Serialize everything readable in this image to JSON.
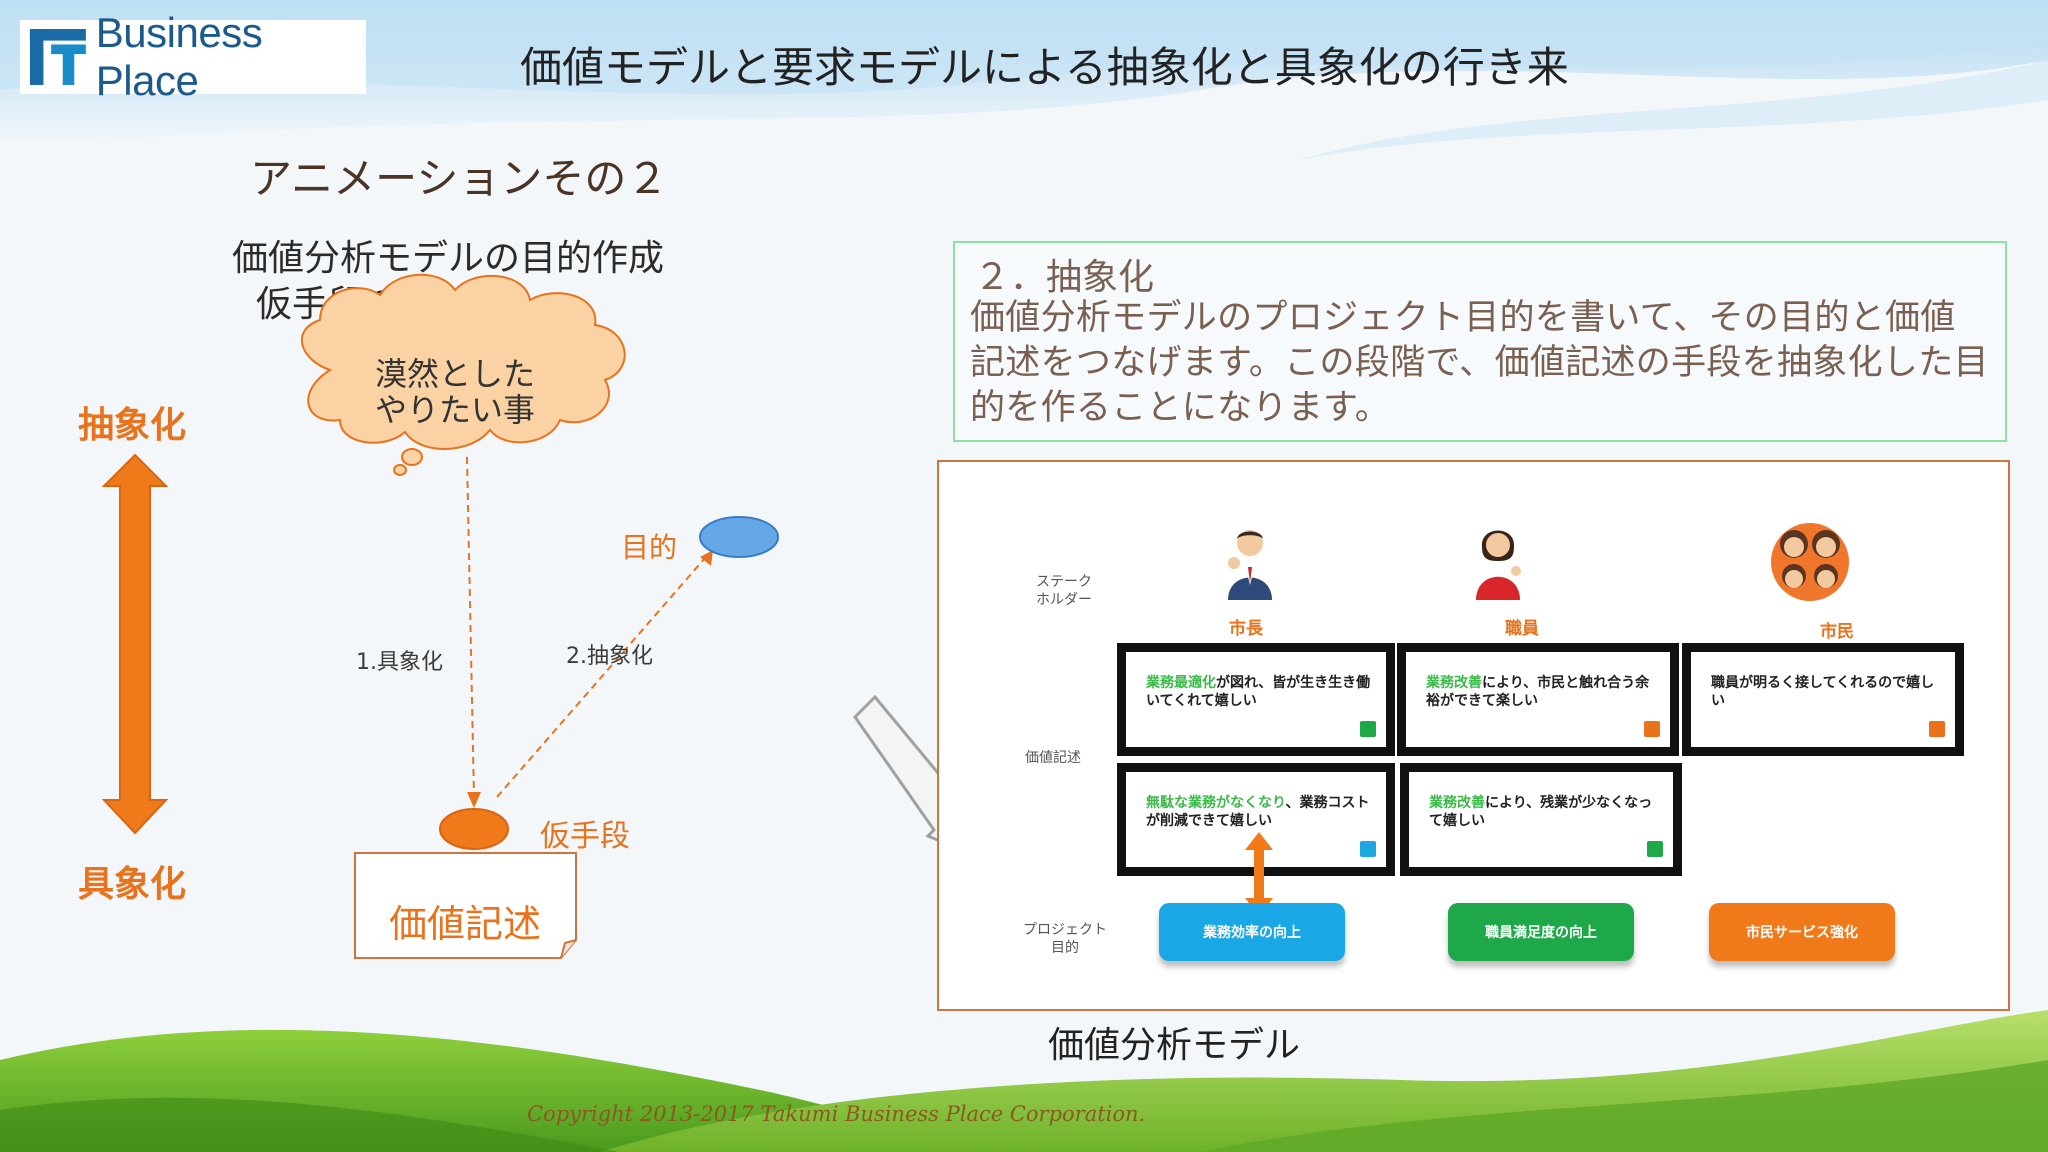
{
  "header": {
    "logo_text": "Business Place",
    "title": "価値モデルと要求モデルによる抽象化と具象化の行き来"
  },
  "subtitle": "アニメーションその２",
  "left": {
    "title_line1": "価値分析モデルの目的作成",
    "title_line2": "仮手段の抽象化",
    "axis_top": "抽象化",
    "axis_bottom": "具象化",
    "cloud_line1": "漠然とした",
    "cloud_line2": "やりたい事",
    "purpose_label": "目的",
    "step1_label": "1.具象化",
    "step2_label": "2.抽象化",
    "provisional_means": "仮手段",
    "value_statement": "価値記述"
  },
  "description": {
    "heading": "２．抽象化",
    "body": "価値分析モデルのプロジェクト目的を書いて、その目的と価値記述をつなげます。この段階で、価値記述の手段を抽象化した目的を作ることになります。"
  },
  "model": {
    "caption": "価値分析モデル",
    "row_stakeholder_1": "ステーク",
    "row_stakeholder_2": "ホルダー",
    "row_value": "価値記述",
    "row_project_1": "プロジェクト",
    "row_project_2": "目的",
    "stakeholders": [
      {
        "name": "市長"
      },
      {
        "name": "職員"
      },
      {
        "name": "市民"
      }
    ],
    "cards": [
      {
        "highlight": "業務最適化",
        "text": "が図れ、皆が生き生き働いてくれて嬉しい",
        "gem": "#1fa84a"
      },
      {
        "highlight": "業務改善",
        "text": "により、市民と触れ合う余裕ができて楽しい",
        "gem": "#e8731c"
      },
      {
        "highlight": "",
        "text": "職員が明るく接してくれるので嬉しい",
        "gem": "#e8731c"
      },
      {
        "highlight": "無駄な業務がなくなり",
        "text": "、業務コストが削減できて嬉しい",
        "gem": "#1ea6e0"
      },
      {
        "highlight": "業務改善",
        "text": "により、残業が少なくなって嬉しい",
        "gem": "#1fa84a"
      }
    ],
    "projects": [
      {
        "label": "業務効率の向上",
        "color": "#1aa7e6"
      },
      {
        "label": "職員満足度の向上",
        "color": "#1fa84a"
      },
      {
        "label": "市民サービス強化",
        "color": "#f07a1a"
      }
    ]
  },
  "footer": {
    "copyright": "Copyright  2013-2017 Takumi Business Place Corporation."
  },
  "colors": {
    "accent_orange": "#e8731c",
    "ellipse_blue": "#64a8e8",
    "desc_border": "#8fe0a2",
    "model_border": "#c9773f"
  }
}
